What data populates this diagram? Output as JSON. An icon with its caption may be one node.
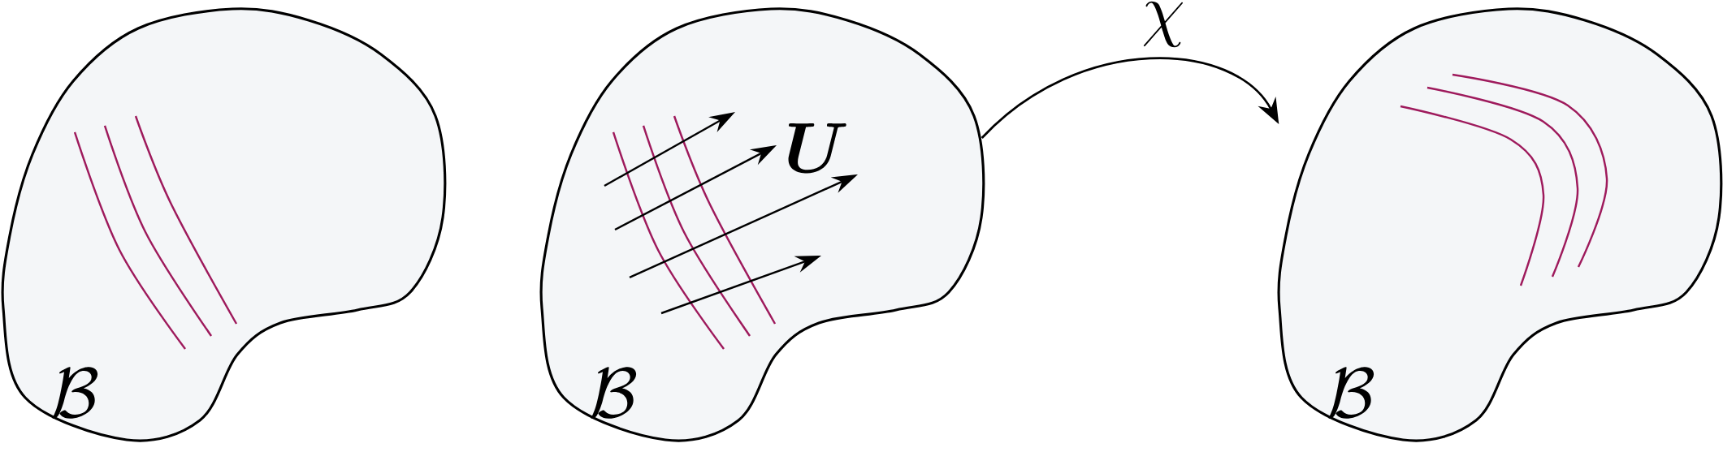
{
  "diagram": {
    "nodes": [
      {
        "text": [
          "\\mathcal{B}"
        ]
      },
      {
        "text": [
          "\\mathcal{B}"
        ]
      },
      {
        "text": [
          "\\mathcal{B}"
        ]
      }
    ],
    "edges": [
      {
        "from": 1,
        "to": 2,
        "arrow": "to",
        "label": "\\chi"
      }
    ],
    "labels": [
      "\\boldsymbol{U}"
    ]
  }
}
